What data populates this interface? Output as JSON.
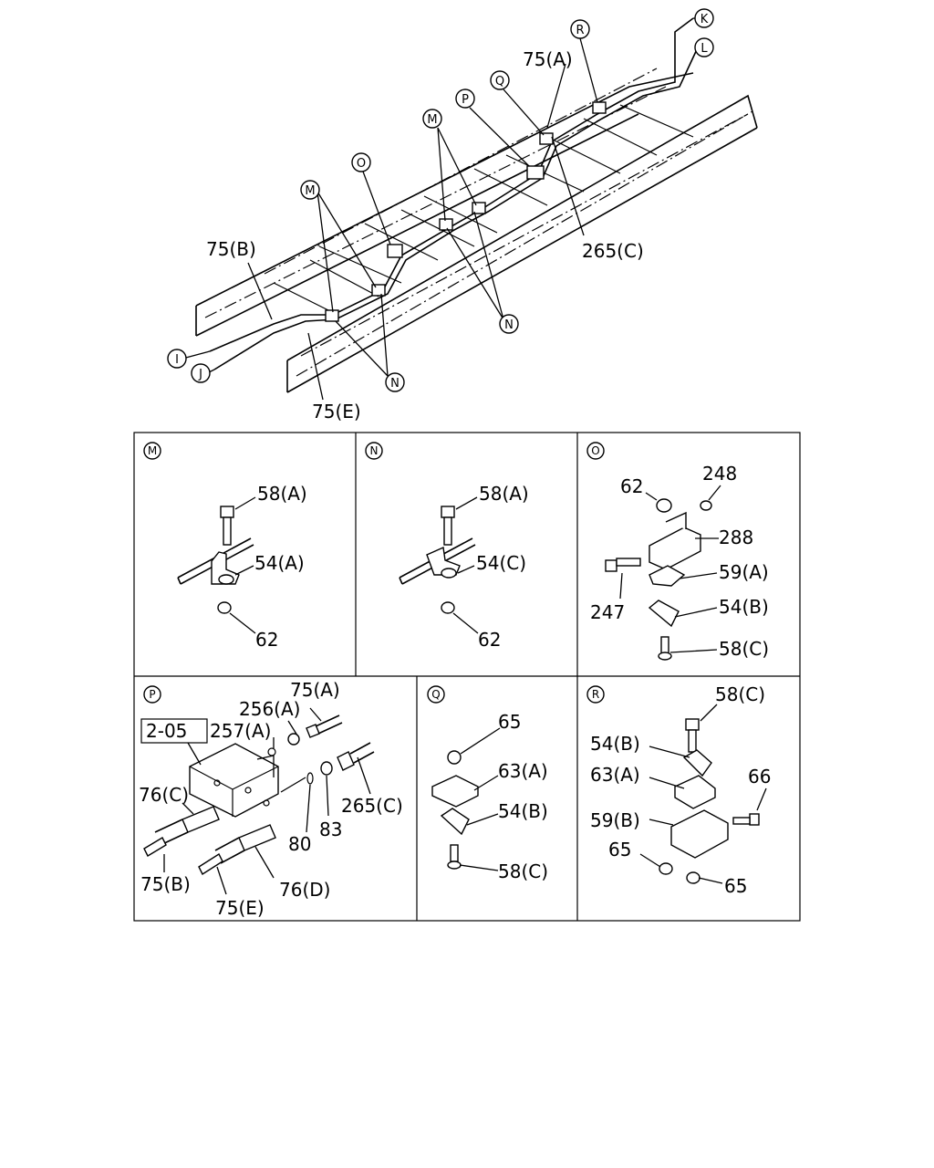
{
  "overview": {
    "callouts": [
      "K",
      "L",
      "R",
      "Q",
      "P",
      "M",
      "O",
      "M",
      "I",
      "J",
      "N",
      "N"
    ],
    "labels": {
      "pipe_a": "75(A)",
      "pipe_b": "75(B)",
      "pipe_e": "75(E)",
      "clip_c": "265(C)"
    }
  },
  "panels": {
    "M": {
      "header": "M",
      "labels": [
        "58(A)",
        "54(A)",
        "62"
      ]
    },
    "N": {
      "header": "N",
      "labels": [
        "58(A)",
        "54(C)",
        "62"
      ]
    },
    "O": {
      "header": "O",
      "labels": [
        "62",
        "248",
        "288",
        "247",
        "59(A)",
        "54(B)",
        "58(C)"
      ]
    },
    "P": {
      "header": "P",
      "ref_box": "2-05",
      "labels": [
        "75(A)",
        "256(A)",
        "257(A)",
        "76(C)",
        "265(C)",
        "80",
        "83",
        "75(B)",
        "76(D)",
        "75(E)"
      ]
    },
    "Q": {
      "header": "Q",
      "labels": [
        "65",
        "63(A)",
        "54(B)",
        "58(C)"
      ]
    },
    "R": {
      "header": "R",
      "labels": [
        "58(C)",
        "54(B)",
        "63(A)",
        "66",
        "59(B)",
        "65",
        "65"
      ]
    }
  }
}
